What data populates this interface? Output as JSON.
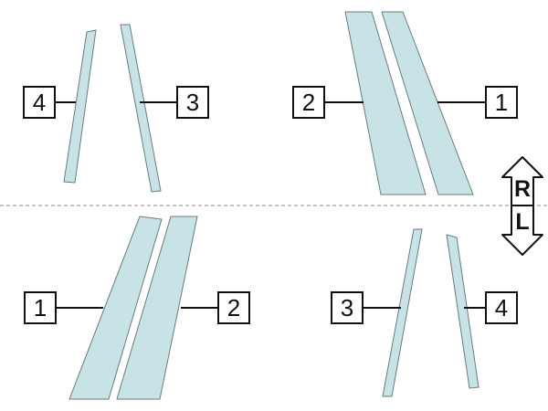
{
  "labels": {
    "top_left_4": "4",
    "top_left_3": "3",
    "top_right_2": "2",
    "top_right_1": "1",
    "bottom_left_1": "1",
    "bottom_left_2": "2",
    "bottom_right_3": "3",
    "bottom_right_4": "4"
  },
  "side_indicator": {
    "upper": "R",
    "lower": "L"
  },
  "colors": {
    "piece_fill": "#c8e3e6",
    "piece_stroke": "#6b7b80",
    "line": "#111111",
    "divider": "#8a8a8a"
  }
}
